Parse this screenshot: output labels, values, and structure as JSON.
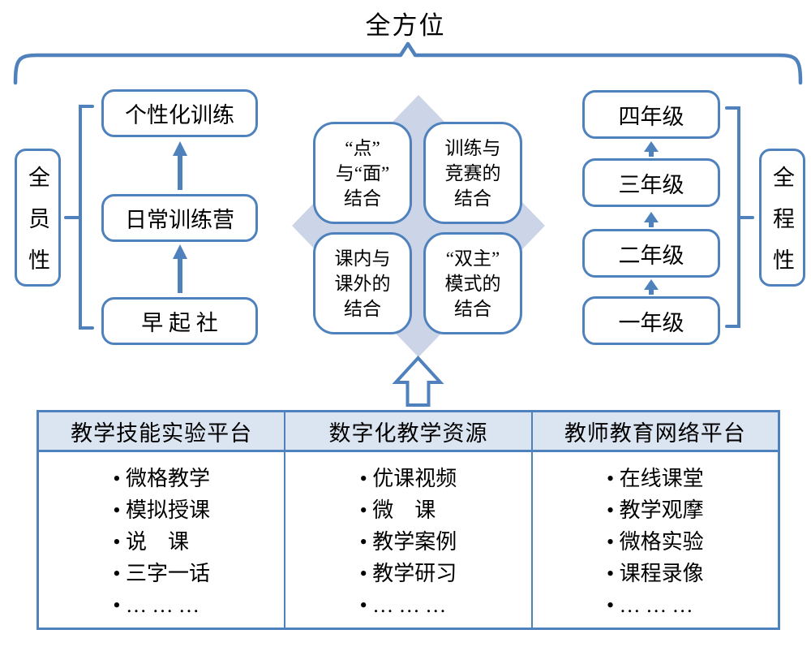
{
  "title": "全方位",
  "colors": {
    "accent_blue": "#4f81bd",
    "diamond_fill": "#ccd5e8",
    "header_fill": "#dbe5f1",
    "text": "#000000",
    "background": "#ffffff"
  },
  "left": {
    "label": "全员性",
    "boxes": [
      "个性化训练",
      "日常训练营",
      "早 起 社"
    ]
  },
  "center": {
    "boxes": [
      {
        "lines": [
          "“点”",
          "与“面”",
          "结合"
        ]
      },
      {
        "lines": [
          "训练与",
          "竞赛的",
          "结合"
        ]
      },
      {
        "lines": [
          "课内与",
          "课外的",
          "结合"
        ]
      },
      {
        "lines": [
          "“双主”",
          "模式的",
          "结合"
        ]
      }
    ]
  },
  "right": {
    "label": "全程性",
    "boxes": [
      "四年级",
      "三年级",
      "二年级",
      "一年级"
    ]
  },
  "table": {
    "columns": [
      {
        "header": "教学技能实验平台",
        "items": [
          "微格教学",
          "模拟授课",
          "说　课",
          "三字一话",
          "… … …"
        ]
      },
      {
        "header": "数字化教学资源",
        "items": [
          "优课视频",
          "微　课",
          "教学案例",
          "教学研习",
          "… … …"
        ]
      },
      {
        "header": "教师教育网络平台",
        "items": [
          "在线课堂",
          "教学观摩",
          "微格实验",
          "课程录像",
          "… … …"
        ]
      }
    ]
  }
}
